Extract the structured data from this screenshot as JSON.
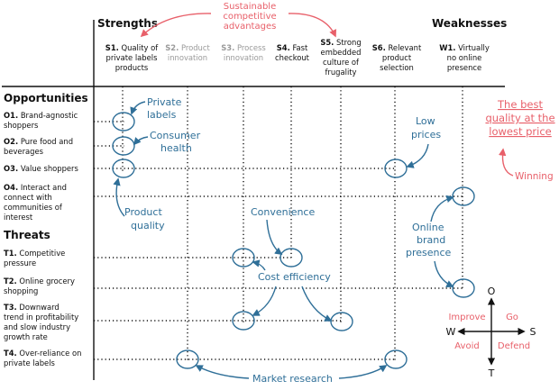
{
  "headers": {
    "strengths": "Strengths",
    "weaknesses": "Weaknesses",
    "opportunities": "Opportunities",
    "threats": "Threats"
  },
  "top_note": {
    "line1": "Sustainable",
    "line2": "competitive",
    "line3": "advantages"
  },
  "columns": [
    {
      "code": "S1.",
      "l1": "Quality of",
      "l2": "private labels",
      "l3": "products",
      "muted": false
    },
    {
      "code": "S2.",
      "l1": "Product",
      "l2": "innovation",
      "l3": "",
      "muted": true
    },
    {
      "code": "S3.",
      "l1": "Process",
      "l2": "innovation",
      "l3": "",
      "muted": true
    },
    {
      "code": "S4.",
      "l1": "Fast",
      "l2": "checkout",
      "l3": "",
      "muted": false
    },
    {
      "code": "S5.",
      "l1": "Strong",
      "l2": "embedded",
      "l3": "culture of",
      "l4": "frugality",
      "muted": false
    },
    {
      "code": "S6.",
      "l1": "Relevant",
      "l2": "product",
      "l3": "selection",
      "muted": false
    },
    {
      "code": "W1.",
      "l1": "Virtually",
      "l2": "no online",
      "l3": "presence",
      "muted": false
    }
  ],
  "opportunities": [
    {
      "code": "O1.",
      "l1": "Brand-agnostic",
      "l2": "shoppers"
    },
    {
      "code": "O2.",
      "l1": "Pure food and",
      "l2": "beverages"
    },
    {
      "code": "O3.",
      "l1": "Value shoppers"
    },
    {
      "code": "O4.",
      "l1": "Interact and",
      "l2": "connect with",
      "l3": "communities of",
      "l4": "interest"
    }
  ],
  "threats": [
    {
      "code": "T1.",
      "l1": "Competitive",
      "l2": "pressure"
    },
    {
      "code": "T2.",
      "l1": "Online grocery",
      "l2": "shopping"
    },
    {
      "code": "T3.",
      "l1": "Downward",
      "l2": "trend in profitability",
      "l3": "and slow industry",
      "l4": "growth rate"
    },
    {
      "code": "T4.",
      "l1": "Over-reliance on",
      "l2": "private labels"
    }
  ],
  "annotations": {
    "private_labels_1": "Private",
    "private_labels_2": "labels",
    "consumer_health_1": "Consumer",
    "consumer_health_2": "health",
    "product_quality_1": "Product",
    "product_quality_2": "quality",
    "convenience": "Convenience",
    "cost_efficiency": "Cost efficiency",
    "low_prices_1": "Low",
    "low_prices_2": "prices",
    "online_brand_1": "Online",
    "online_brand_2": "brand",
    "online_brand_3": "presence",
    "market_research": "Market research"
  },
  "best_quality": {
    "l1": "The best",
    "l2": "quality at the",
    "l3": "lowest price"
  },
  "winning": "Winning",
  "compass": {
    "o": "O",
    "t": "T",
    "w": "W",
    "s": "S",
    "improve": "Improve",
    "go": "Go",
    "avoid": "Avoid",
    "defend": "Defend"
  },
  "colors": {
    "blue": "#2f6f98",
    "red": "#e8606a",
    "text": "#111111",
    "muted": "#9a9a9a"
  }
}
